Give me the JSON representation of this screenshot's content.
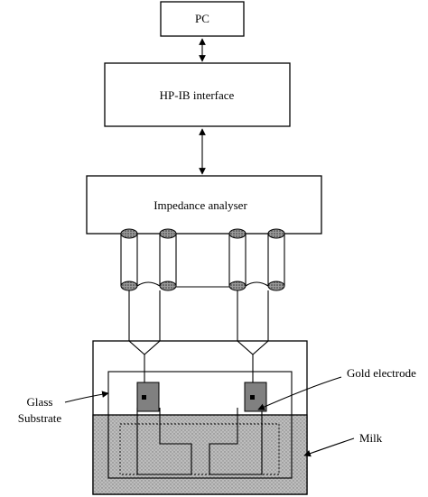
{
  "diagram": {
    "pc_label": "PC",
    "interface_label": "HP-IB interface",
    "analyser_label": "Impedance analyser",
    "glass_label_line1": "Glass",
    "glass_label_line2": "Substrate",
    "gold_label": "Gold electrode",
    "milk_label": "Milk"
  },
  "colors": {
    "milk_fill": "#b4b4b4",
    "electrode_fill": "#808080",
    "line": "#000000"
  }
}
